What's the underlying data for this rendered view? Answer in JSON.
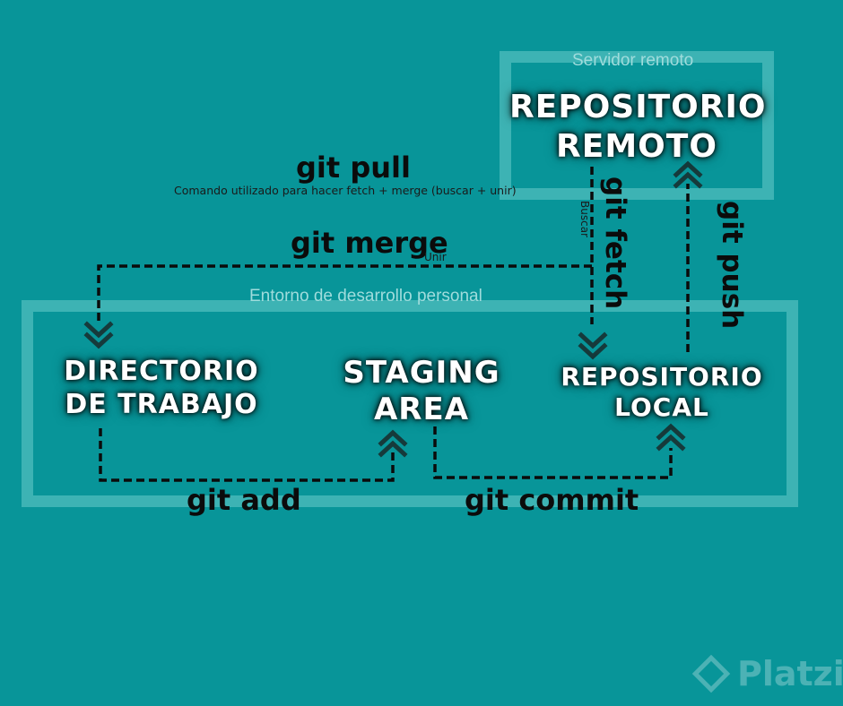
{
  "regions": {
    "remote": "Servidor remoto",
    "local": "Entorno de desarrollo personal"
  },
  "nodes": {
    "remote_repo": [
      "REPOSITORIO",
      "REMOTO"
    ],
    "working_dir": [
      "DIRECTORIO",
      "DE TRABAJO"
    ],
    "staging": [
      "STAGING",
      "AREA"
    ],
    "local_repo": [
      "REPOSITORIO",
      "LOCAL"
    ]
  },
  "commands": {
    "pull": "git pull",
    "pull_note": "Comando utilizado para hacer fetch + merge (buscar + unir)",
    "merge": "git merge",
    "merge_note": "Unir",
    "fetch": "git fetch",
    "fetch_note": "Buscar",
    "push": "git push",
    "add": "git add",
    "commit": "git commit"
  },
  "watermark": "Platzi",
  "colors": {
    "background": "#089599",
    "frame": "#3db3b4",
    "node_text": "#ffffff",
    "command_text": "#0b0b0b"
  }
}
